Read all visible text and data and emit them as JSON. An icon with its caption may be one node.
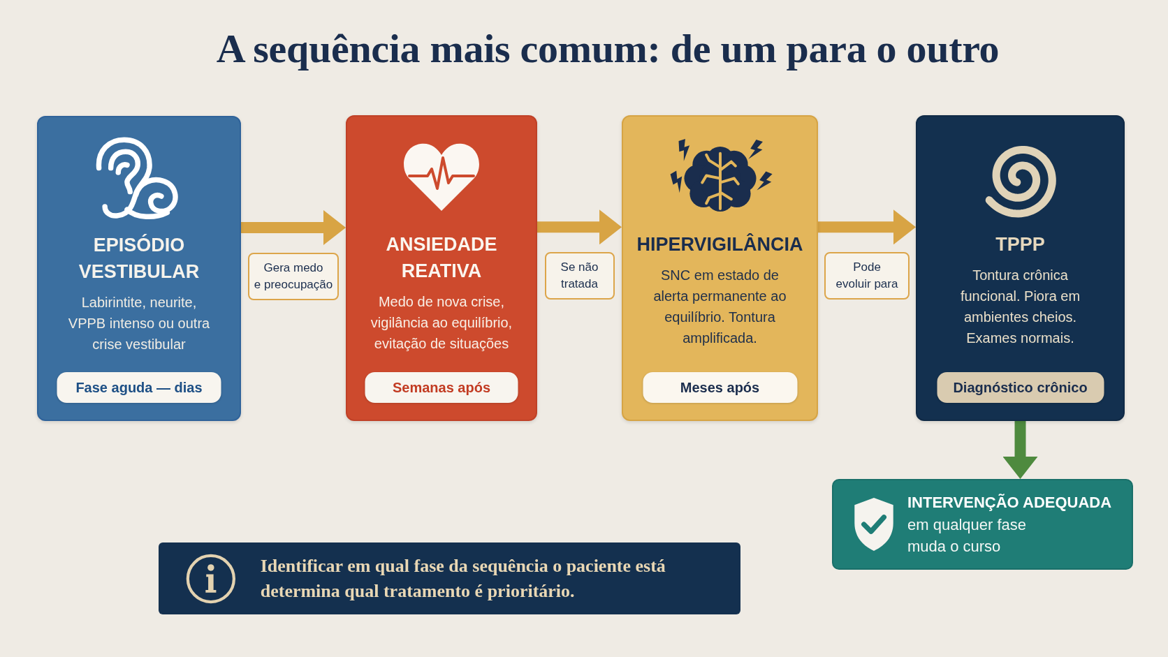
{
  "diagram": {
    "title": "A sequência mais comum: de um para o outro",
    "nodes": [
      {
        "text": [
          "EPISÓDIO VESTIBULAR",
          "Labirintite, neurite, VPPB intenso ou outra crise vestibular"
        ]
      },
      {
        "text": [
          "Fase aguda — dias"
        ],
        "in": 0
      },
      {
        "text": [
          "ANSIEDADE REATIVA",
          "Medo de nova crise, vigilância ao equilíbrio, evitação de situações"
        ]
      },
      {
        "text": [
          "Semanas após"
        ],
        "in": 2
      },
      {
        "text": [
          "HIPERVIGILÂNCIA",
          "SNC em estado de alerta permanente ao equilíbrio. Tontura amplificada."
        ]
      },
      {
        "text": [
          "Meses após"
        ],
        "in": 4
      },
      {
        "text": [
          "TPPP",
          "Tontura crônica funcional. Piora em ambientes cheios. Exames normais."
        ]
      },
      {
        "text": [
          "Diagnóstico crônico"
        ],
        "in": 6
      },
      {
        "text": [
          "INTERVENÇÃO ADEQUADA",
          "em qualquer fase muda o curso"
        ]
      },
      {
        "text": [
          "Identificar em qual fase da sequência o paciente está determina qual tratamento é prioritário."
        ]
      }
    ],
    "edges": [
      {
        "from": 0,
        "to": 2,
        "arrow": "to",
        "label": "Gera medo e preocupação"
      },
      {
        "from": 2,
        "to": 4,
        "arrow": "to",
        "label": "Se não tratada"
      },
      {
        "from": 4,
        "to": 6,
        "arrow": "to",
        "label": "Pode evoluir para"
      },
      {
        "from": 6,
        "to": 8,
        "arrow": "to",
        "color": "#4e8a3e"
      }
    ]
  }
}
